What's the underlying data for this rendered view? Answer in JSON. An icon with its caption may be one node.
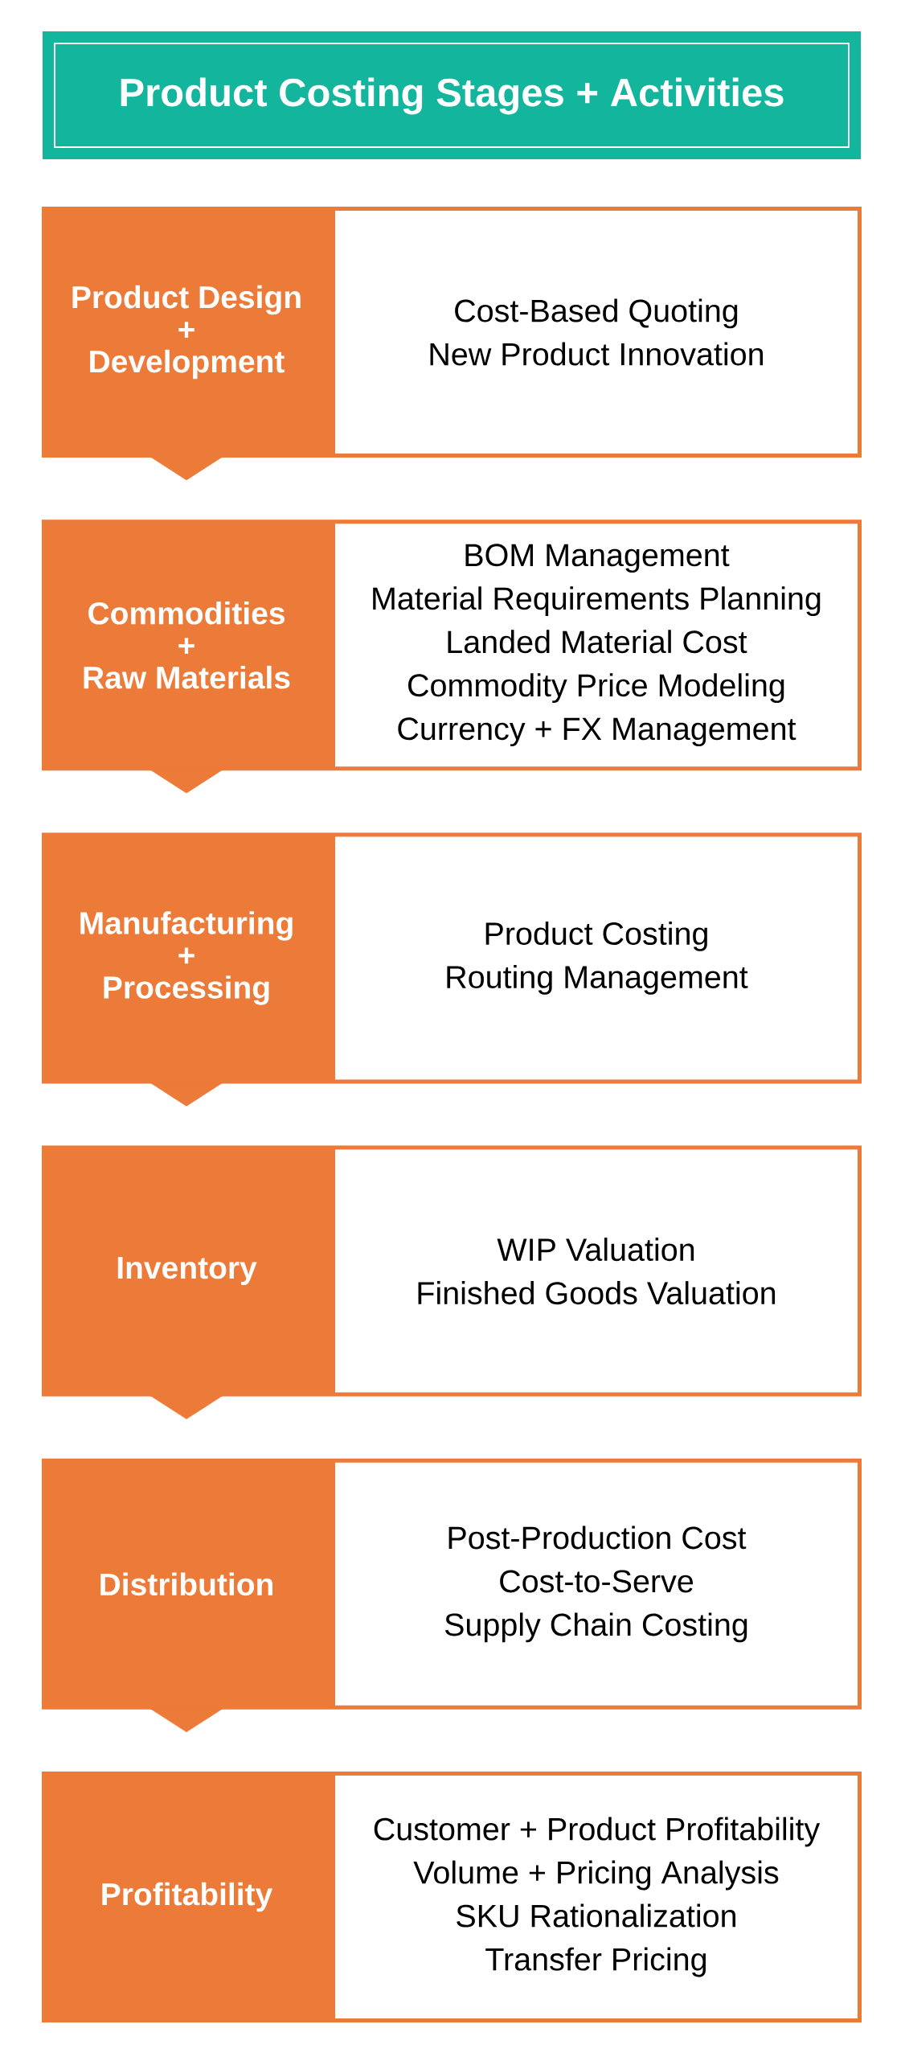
{
  "diagram": {
    "title": "Product Costing Stages + Activities",
    "nodes": [
      {
        "text": [
          "Product Design + Development"
        ]
      },
      {
        "text": [
          "Cost-Based Quoting",
          "New Product Innovation"
        ]
      },
      {
        "text": [
          "Commodities + Raw Materials"
        ]
      },
      {
        "text": [
          "BOM Management",
          "Material Requirements Planning",
          "Landed Material Cost",
          "Commodity Price Modeling",
          "Currency + FX Management"
        ]
      },
      {
        "text": [
          "Manufacturing + Processing"
        ]
      },
      {
        "text": [
          "Product Costing",
          "Routing Management"
        ]
      },
      {
        "text": [
          "Inventory"
        ]
      },
      {
        "text": [
          "WIP Valuation",
          "Finished Goods Valuation"
        ]
      },
      {
        "text": [
          "Distribution"
        ]
      },
      {
        "text": [
          "Post-Production Cost",
          "Cost-to-Serve",
          "Supply Chain Costing"
        ]
      },
      {
        "text": [
          "Profitability"
        ]
      },
      {
        "text": [
          "Customer + Product Profitability",
          "Volume + Pricing Analysis",
          "SKU Rationalization",
          "Transfer Pricing"
        ]
      }
    ],
    "edges": [
      {
        "from": 0,
        "to": 2,
        "arrow": "to"
      },
      {
        "from": 2,
        "to": 4,
        "arrow": "to"
      },
      {
        "from": 4,
        "to": 6,
        "arrow": "to"
      },
      {
        "from": 6,
        "to": 8,
        "arrow": "to"
      },
      {
        "from": 8,
        "to": 10,
        "arrow": "to"
      }
    ]
  }
}
